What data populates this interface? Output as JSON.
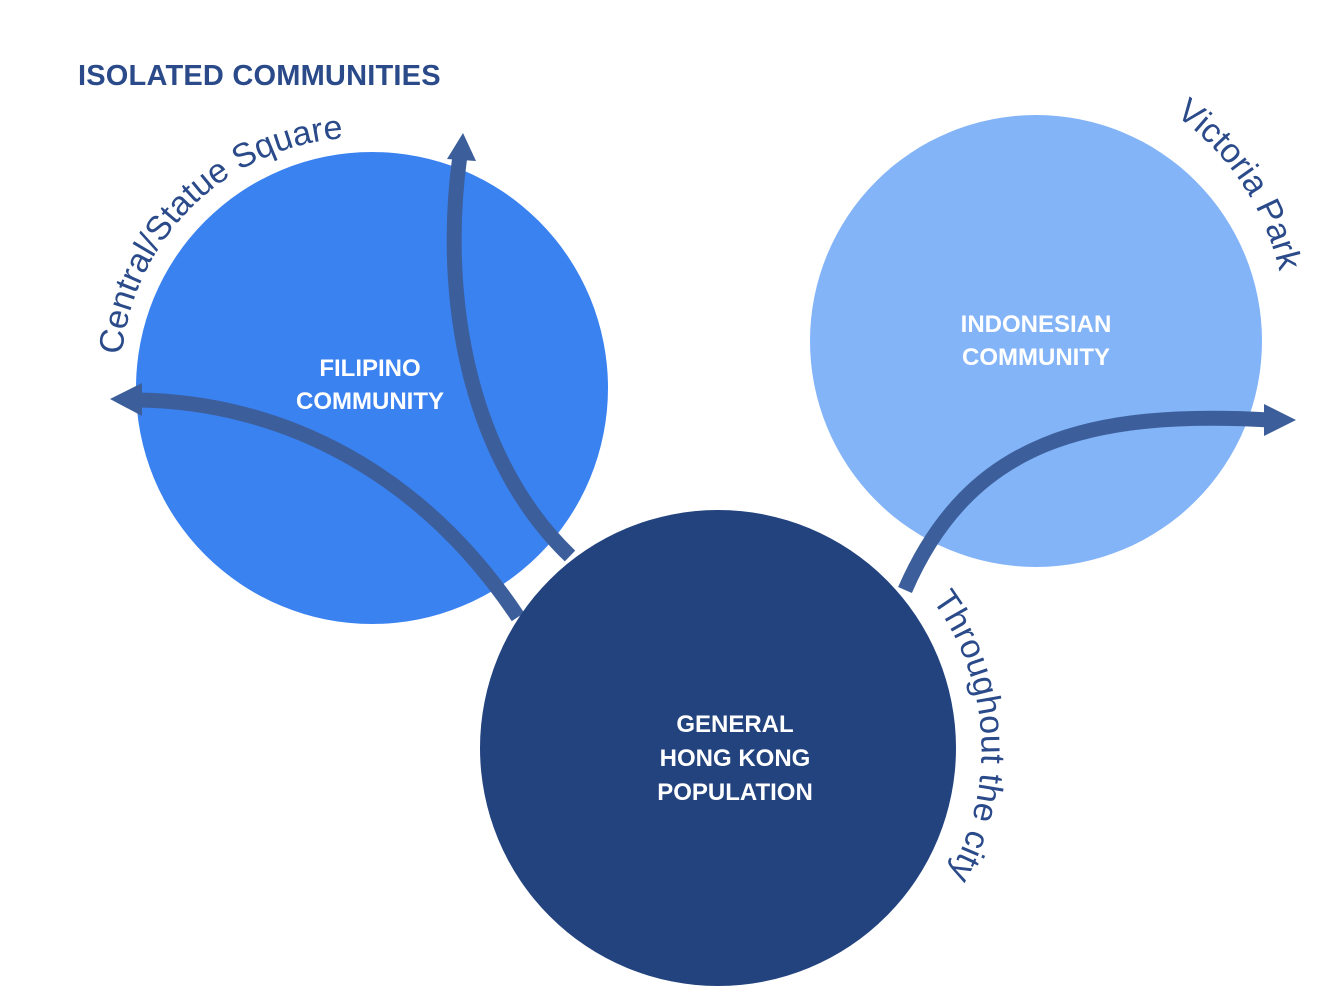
{
  "title": "ISOLATED COMMUNITIES",
  "colors": {
    "title": "#2a4a8a",
    "filipino_circle": "#3b82f1",
    "indonesian_circle": "#83b4f8",
    "general_circle": "#23437f",
    "arrow": "#3c5f9c",
    "arc_label": "#2a4a8a",
    "circle_text": "#ffffff"
  },
  "nodes": {
    "filipino": {
      "line1": "FILIPINO",
      "line2": "COMMUNITY"
    },
    "indonesian": {
      "line1": "INDONESIAN",
      "line2": "COMMUNITY"
    },
    "general": {
      "line1": "GENERAL",
      "line2": "HONG KONG",
      "line3": "POPULATION"
    }
  },
  "location_labels": {
    "central": "Central/Statue Square",
    "victoria": "Victoria Park",
    "throughout": "Throughout the city"
  },
  "arrows": [
    {
      "from": "general",
      "toward": "filipino",
      "name": "arrow-to-central-left"
    },
    {
      "from": "general",
      "toward": "filipino",
      "name": "arrow-to-central-up"
    },
    {
      "from": "general",
      "toward": "indonesian",
      "name": "arrow-to-victoria-park"
    }
  ]
}
